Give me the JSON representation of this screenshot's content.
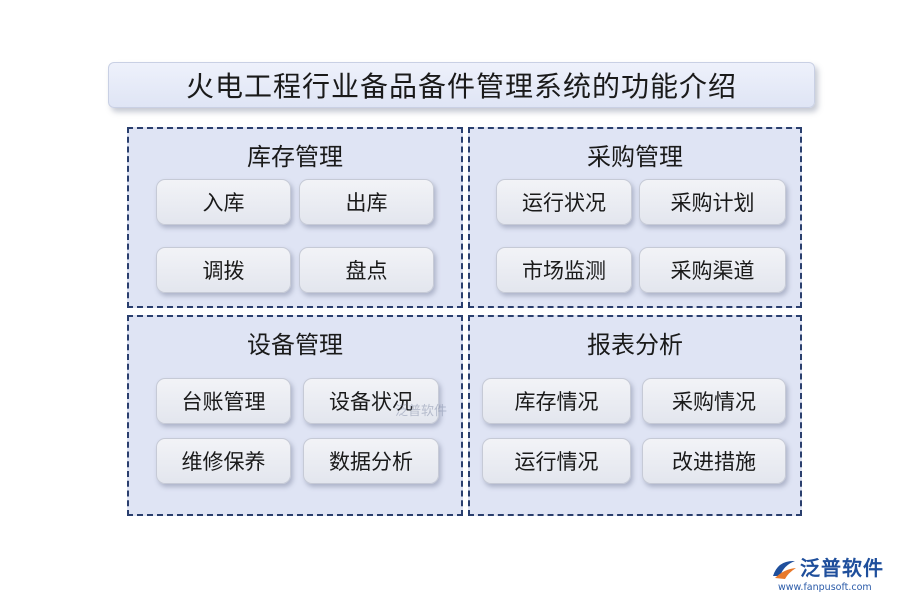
{
  "title": "火电工程行业备品备件管理系统的功能介绍",
  "panels": [
    {
      "title": "库存管理",
      "items": [
        "入库",
        "出库",
        "调拨",
        "盘点"
      ]
    },
    {
      "title": "采购管理",
      "items": [
        "运行状况",
        "采购计划",
        "市场监测",
        "采购渠道"
      ]
    },
    {
      "title": "设备管理",
      "items": [
        "台账管理",
        "设备状况",
        "维修保养",
        "数据分析"
      ]
    },
    {
      "title": "报表分析",
      "items": [
        "库存情况",
        "采购情况",
        "运行情况",
        "改进措施"
      ]
    }
  ],
  "watermark": "泛普软件",
  "logo": {
    "name": "泛普软件",
    "url": "www.fanpusoft.com",
    "icon": "fanpu-logo-icon"
  },
  "colors": {
    "panel_bg": "#dfe4f4",
    "panel_border": "#2a3f6e",
    "logo_blue": "#1f4f9c",
    "logo_orange": "#e8792b"
  }
}
